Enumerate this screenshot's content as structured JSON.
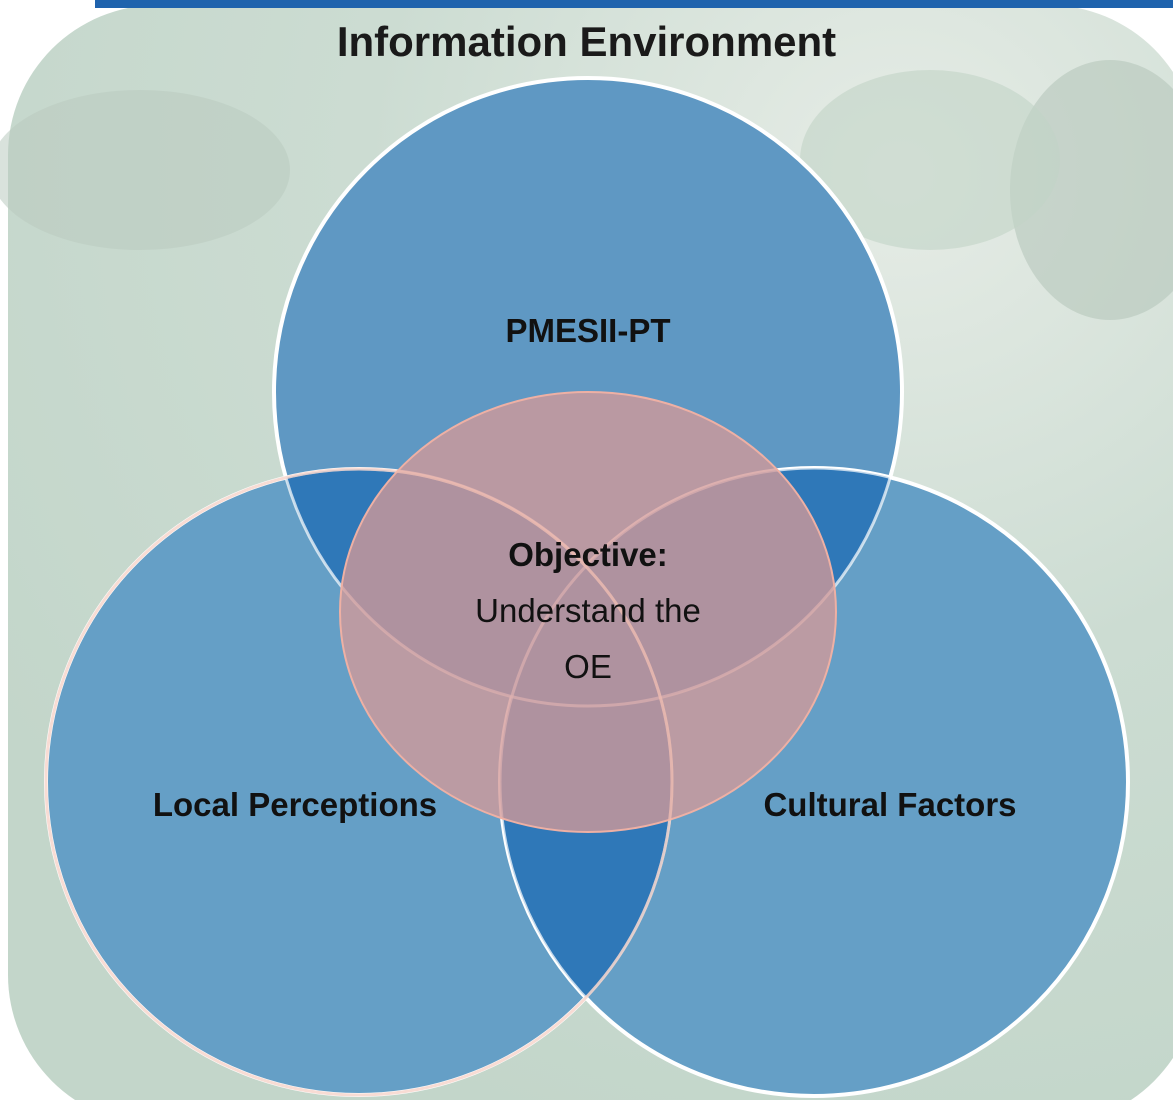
{
  "title": "Information Environment",
  "circles": {
    "top": "PMESII-PT",
    "left": "Local Perceptions",
    "right": "Cultural Factors"
  },
  "center": {
    "heading": "Objective:",
    "line1": "Understand the",
    "line2": "OE"
  },
  "colors": {
    "panel": "#c9d9d0",
    "circle_fill": "#5e97c2",
    "overlap_fill": "#2f78b8",
    "center_fill": "#c99595",
    "center_stroke": "#e8a898",
    "top_bar": "#1f63ad"
  }
}
